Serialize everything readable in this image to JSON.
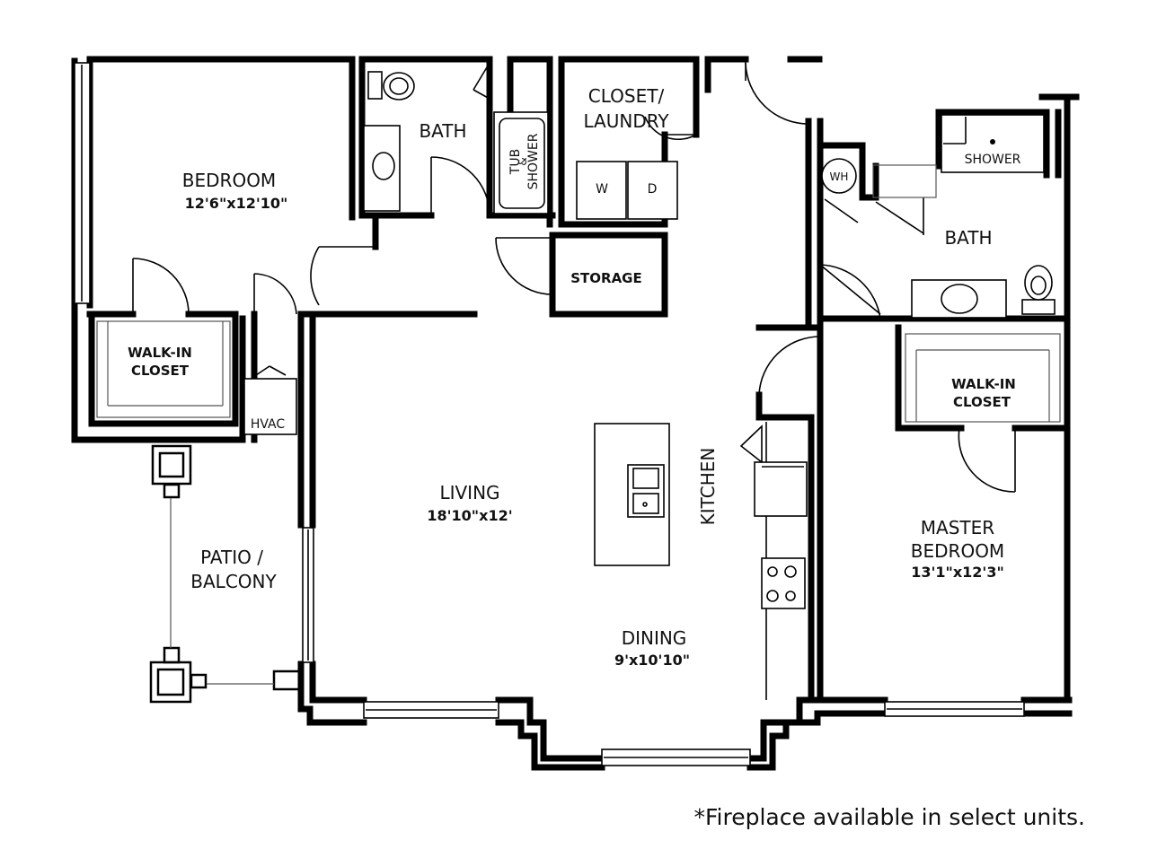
{
  "rooms": {
    "bedroom": {
      "name": "BEDROOM",
      "size": "12'6\"x12'10\""
    },
    "bath_left": {
      "name": "BATH"
    },
    "tub_shower": {
      "line1": "TUB",
      "line2": "&",
      "line3": "SHOWER"
    },
    "closet_laundry": {
      "line1": "CLOSET/",
      "line2": "LAUNDRY"
    },
    "washer": "W",
    "dryer": "D",
    "storage": {
      "name": "STORAGE"
    },
    "walkin_left": {
      "line1": "WALK-IN",
      "line2": "CLOSET"
    },
    "hvac": "HVAC",
    "patio": {
      "line1": "PATIO /",
      "line2": "BALCONY"
    },
    "living": {
      "name": "LIVING",
      "size": "18'10\"x12'"
    },
    "kitchen": {
      "name": "KITCHEN"
    },
    "dining": {
      "name": "DINING",
      "size": "9'x10'10\""
    },
    "water_heater": "WH",
    "shower": "SHOWER",
    "bath_right": {
      "name": "BATH"
    },
    "walkin_right": {
      "line1": "WALK-IN",
      "line2": "CLOSET"
    },
    "master": {
      "line1": "MASTER",
      "line2": "BEDROOM",
      "size": "13'1\"x12'3\""
    }
  },
  "footnote": "*Fireplace available in select units."
}
